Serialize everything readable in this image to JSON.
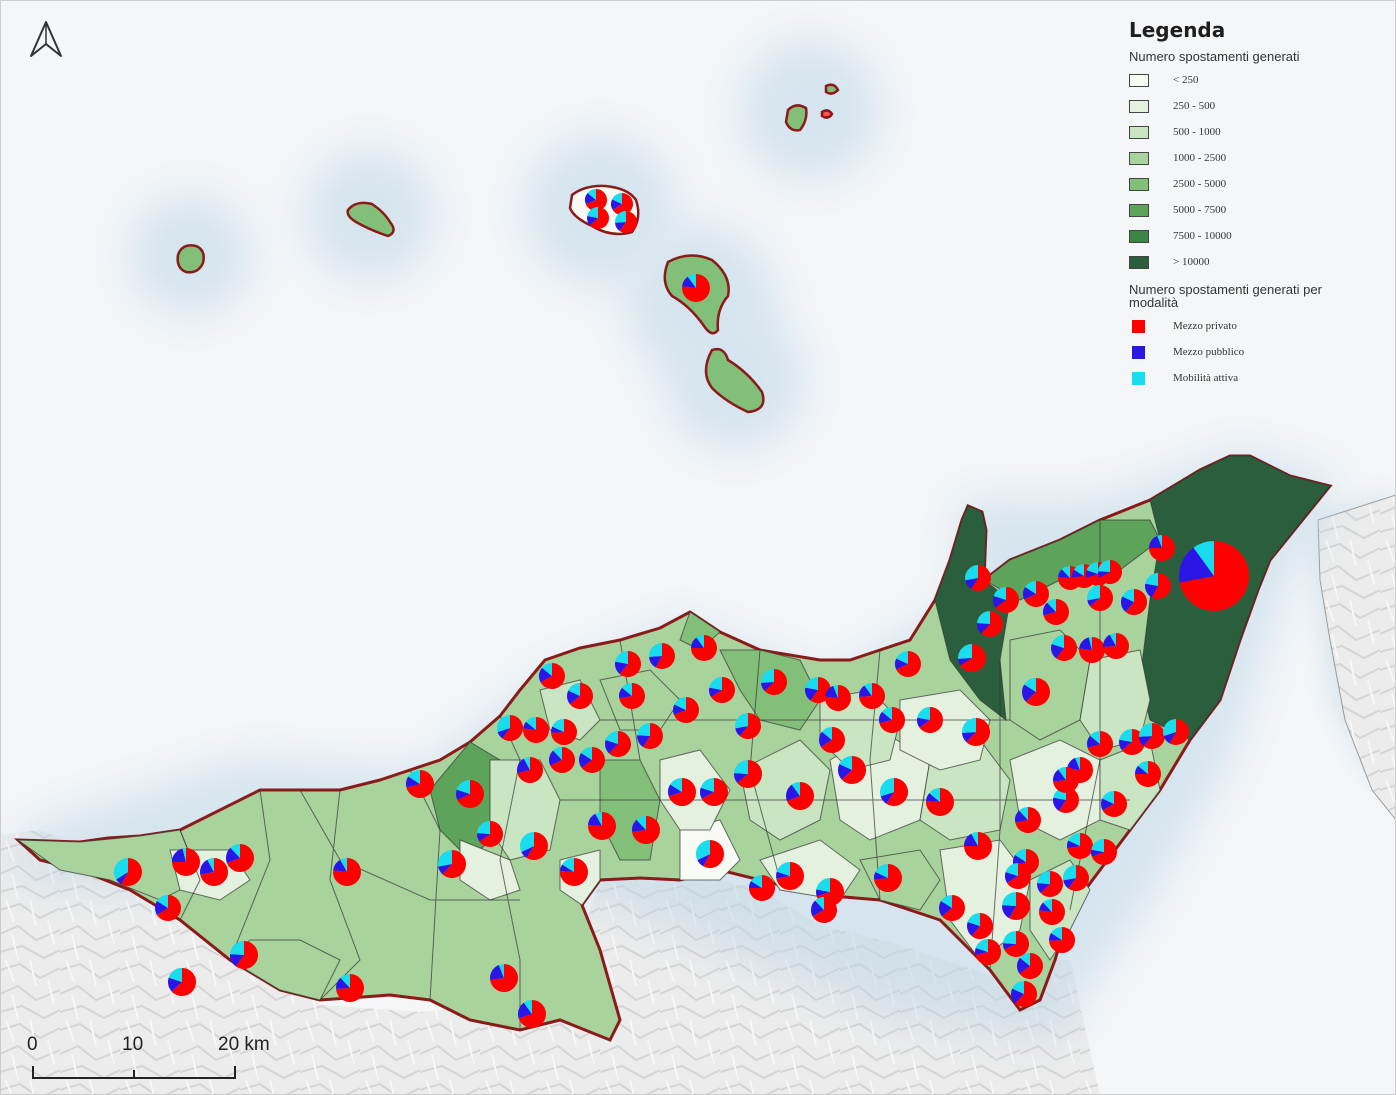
{
  "legend": {
    "title": "Legenda",
    "subtitle_totals": "Numero spostamenti generati",
    "classes": [
      {
        "label": "< 250",
        "color": "#f7fbf4"
      },
      {
        "label": "250 - 500",
        "color": "#e4f1df"
      },
      {
        "label": "500 - 1000",
        "color": "#c9e5c1"
      },
      {
        "label": "1000 - 2500",
        "color": "#a8d39c"
      },
      {
        "label": "2500 - 5000",
        "color": "#82bf78"
      },
      {
        "label": "5000 - 7500",
        "color": "#5da45a"
      },
      {
        "label": "7500 - 10000",
        "color": "#3d8447"
      },
      {
        "label": "> 10000",
        "color": "#2b5e3d"
      }
    ],
    "subtitle_modes": "Numero spostamenti generati per modalità",
    "modes": [
      {
        "label": "Mezzo privato",
        "color": "#ff0000"
      },
      {
        "label": "Mezzo pubblico",
        "color": "#2a16e6"
      },
      {
        "label": "Mobilità attiva",
        "color": "#19dcef"
      }
    ]
  },
  "scalebar": {
    "labels": [
      "0",
      "10",
      "20 km"
    ]
  },
  "north_arrow": {
    "icon": "north-arrow-icon"
  }
}
